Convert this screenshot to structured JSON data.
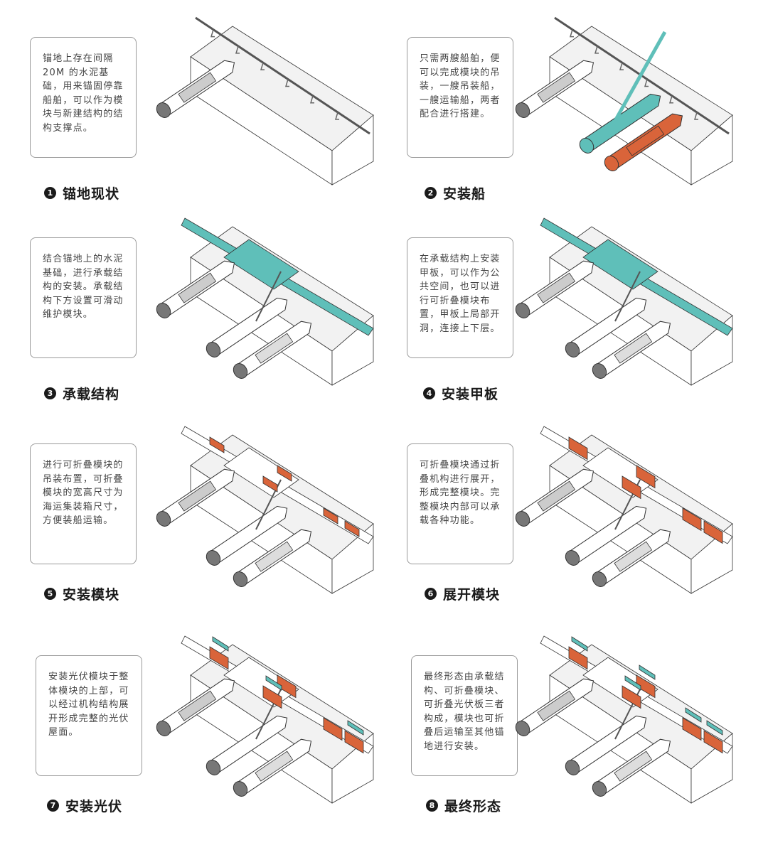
{
  "colors": {
    "teal": "#5fbfb9",
    "orange": "#d9643a",
    "outline": "#333333",
    "face": "#f2f2f2"
  },
  "panels": [
    {
      "number": "1",
      "title": "锚地现状",
      "description": "锚地上存在间隔20M 的水泥基础，用来锚固停靠船舶，可以作为模块与新建结构的结构支撑点。"
    },
    {
      "number": "2",
      "title": "安装船",
      "description": "只需两艘船舶，便可以完成模块的吊装，一艘吊装船，一艘运输船，两者配合进行搭建。"
    },
    {
      "number": "3",
      "title": "承载结构",
      "description": "结合锚地上的水泥基础，进行承载结构的安装。承载结构下方设置可滑动维护模块。"
    },
    {
      "number": "4",
      "title": "安装甲板",
      "description": "在承载结构上安装甲板，可以作为公共空间，也可以进行可折叠模块布置，甲板上局部开洞，连接上下层。"
    },
    {
      "number": "5",
      "title": "安装模块",
      "description": "进行可折叠模块的吊装布置，可折叠模块的宽高尺寸为海运集装箱尺寸，方便装船运输。"
    },
    {
      "number": "6",
      "title": "展开模块",
      "description": "可折叠模块通过折叠机构进行展开，形成完整模块。完整模块内部可以承载各种功能。"
    },
    {
      "number": "7",
      "title": "安装光伏",
      "description": "安装光伏模块于整体模块的上部，可以经过机构结构展开形成完整的光伏屋面。"
    },
    {
      "number": "8",
      "title": "最终形态",
      "description": "最终形态由承载结构、可折叠模块、可折叠光伏板三者构成，模块也可折叠后运输至其他锚地进行安装。"
    }
  ]
}
